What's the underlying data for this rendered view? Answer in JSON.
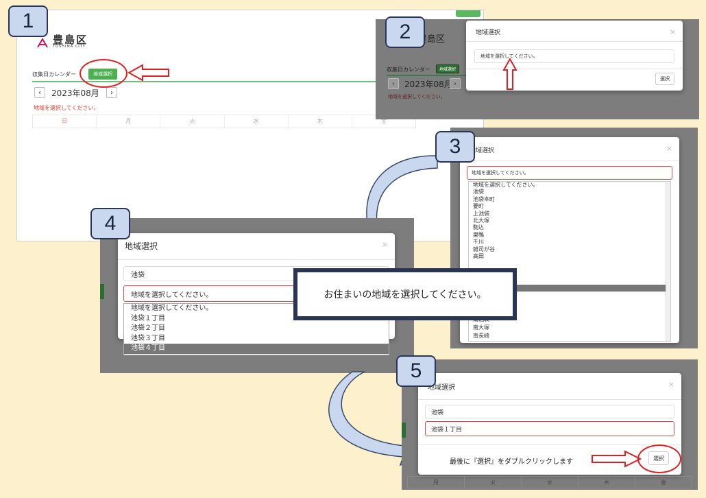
{
  "badges": [
    "1",
    "2",
    "3",
    "4",
    "5"
  ],
  "city": {
    "name": "豊島区",
    "sub": "TOSHIMA CITY"
  },
  "calendar": {
    "label": "収集日カレンダー",
    "select_btn": "地域選択",
    "month": "2023年08月",
    "warning": "地域を選択してください。",
    "weekdays": [
      "日",
      "月",
      "火",
      "水",
      "木",
      "金"
    ],
    "prev": "‹",
    "next": "›"
  },
  "modal": {
    "title": "地域選択",
    "close": "×",
    "placeholder": "地域を選択してください。",
    "select_btn": "選択"
  },
  "step3": {
    "options": [
      "地域を選択してください。",
      "池袋",
      "池袋本町",
      "要町",
      "上池袋",
      "北大塚",
      "駒込",
      "巣鴨",
      "千川",
      "雑司が谷",
      "高田"
    ],
    "options_bottom": [
      "南池袋",
      "南大塚",
      "南長崎"
    ]
  },
  "step4": {
    "selected_area": "池袋",
    "options": [
      "地域を選択してください。",
      "池袋１丁目",
      "池袋２丁目",
      "池袋３丁目",
      "池袋４丁目"
    ],
    "highlighted": "池袋４丁目"
  },
  "callout": "お住まいの地域を選択してください。",
  "step5": {
    "area": "池袋",
    "subarea": "池袋１丁目",
    "note": "最後に『選択』をダブルクリックします",
    "weekdays": [
      "月",
      "火",
      "水",
      "木",
      "金"
    ]
  },
  "colors": {
    "bg": "#fdf0cc",
    "badge": "#c9d8ef",
    "green": "#4caf50",
    "red": "#e0392b",
    "arrow": "#c9d8ef"
  }
}
